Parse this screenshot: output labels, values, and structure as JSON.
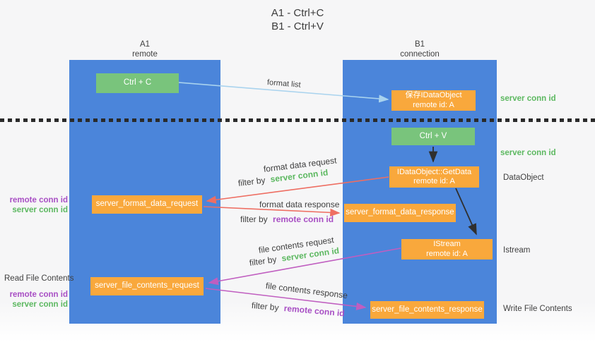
{
  "title": {
    "line1": "A1 - Ctrl+C",
    "line2": "B1 - Ctrl+V"
  },
  "columns": {
    "a1": {
      "name": "A1",
      "subtitle": "remote"
    },
    "b1": {
      "name": "B1",
      "subtitle": "connection"
    }
  },
  "boxes": {
    "ctrl_c": {
      "label": "Ctrl + C"
    },
    "save_dataobject": {
      "line1": "保存IDataObject",
      "line2": "remote id: A"
    },
    "ctrl_v": {
      "label": "Ctrl + V"
    },
    "getdata": {
      "line1": "IDataObject::GetData",
      "line2": "remote id: A"
    },
    "format_request": {
      "label": "server_format_data_request"
    },
    "format_response": {
      "label": "server_format_data_response"
    },
    "istream": {
      "line1": "IStream",
      "line2": "remote id: A"
    },
    "file_request": {
      "label": "server_file_contents_request"
    },
    "file_response": {
      "label": "server_file_contents_response"
    }
  },
  "flow_labels": {
    "format_list": "format list",
    "format_data_request": "format data request",
    "format_data_response": "format data response",
    "file_contents_request": "file contents request",
    "file_contents_response": "file contents response",
    "filter_by": "filter by",
    "server_conn_id": "server conn id",
    "remote_conn_id": "remote conn id"
  },
  "side_labels": {
    "left": {
      "remote_conn_id": "remote conn id",
      "server_conn_id": "server conn id",
      "read_file_contents": "Read File Contents"
    },
    "right": {
      "server_conn_id_top": "server conn id",
      "server_conn_id_mid": "server conn id",
      "data_object": "DataObject",
      "istream": "Istream",
      "write_file_contents": "Write File Contents"
    }
  },
  "colors": {
    "column_blue": "#4b85da",
    "box_green": "#79c47c",
    "box_orange": "#f9a83c",
    "arrow_blue": "#a9d3ee",
    "arrow_red": "#ee6e62",
    "arrow_magenta": "#c05ec0",
    "arrow_black": "#2f2f2f",
    "text_green": "#5cb860",
    "text_purple": "#a84fc4",
    "text_dark": "#3f3f3f"
  }
}
